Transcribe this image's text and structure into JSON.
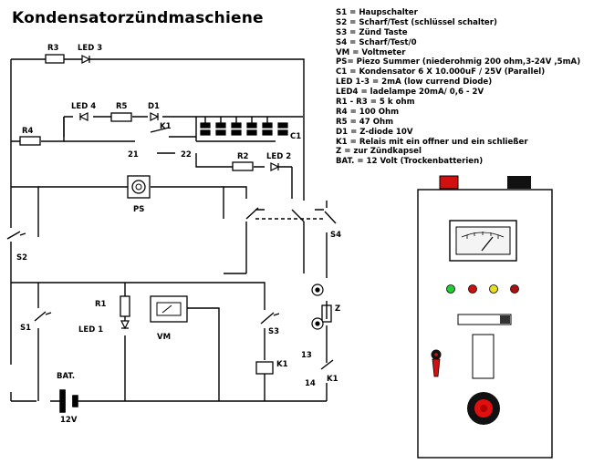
{
  "title": "Kondensatorzündmaschiene",
  "legend": [
    "S1 = Haupschalter",
    "S2 = Scharf/Test (schlüssel schalter)",
    "S3 = Zünd Taste",
    "S4 = Scharf/Test/0",
    "VM = Voltmeter",
    "PS= Piezo Summer (niederohmig 200 ohm,3-24V ,5mA)",
    "C1 = Kondensator  6  X 10.000uF / 25V (Parallel)",
    "LED 1-3 = 2mA (low currend Diode)",
    "LED4 = ladelampe 20mA/ 0,6 - 2V",
    "R1 - R3 = 5 k ohm",
    "R4 = 100 Ohm",
    "R5 = 47 Ohm",
    "D1 = Z-diode 10V",
    "K1 = Relais mit ein offner und ein schließer",
    "Z = zur Zündkapsel",
    "BAT. = 12 Volt (Trockenbatterien)"
  ],
  "labels": {
    "r3": "R3",
    "led3": "LED 3",
    "led4": "LED 4",
    "r5": "R5",
    "d1": "D1",
    "k1_top": "K1",
    "r4": "R4",
    "c1": "C1",
    "n21": "21",
    "n22": "22",
    "r2": "R2",
    "led2": "LED 2",
    "ps": "PS",
    "s4": "S4",
    "s2": "S2",
    "r1": "R1",
    "led1": "LED 1",
    "vm": "VM",
    "s3": "S3",
    "z": "Z",
    "n13": "13",
    "k1_coil": "K1",
    "n14": "14",
    "k1_contact": "K1",
    "s1": "S1",
    "bat": "BAT.",
    "v12": "12V"
  },
  "colors": {
    "line": "#000000",
    "terminal_red": "#d11010",
    "terminal_black": "#111111",
    "led_green": "#22cc33",
    "led_red": "#cc1111",
    "led_yellow": "#e8dc1e",
    "led_darkred": "#aa1111",
    "panel_bg": "#ffffff",
    "meter_face": "#f4f4f4"
  },
  "icons": [
    "voltmeter-icon",
    "piezo-icon",
    "key-switch-icon",
    "fire-button-icon",
    "capacitor-bank-icon"
  ]
}
